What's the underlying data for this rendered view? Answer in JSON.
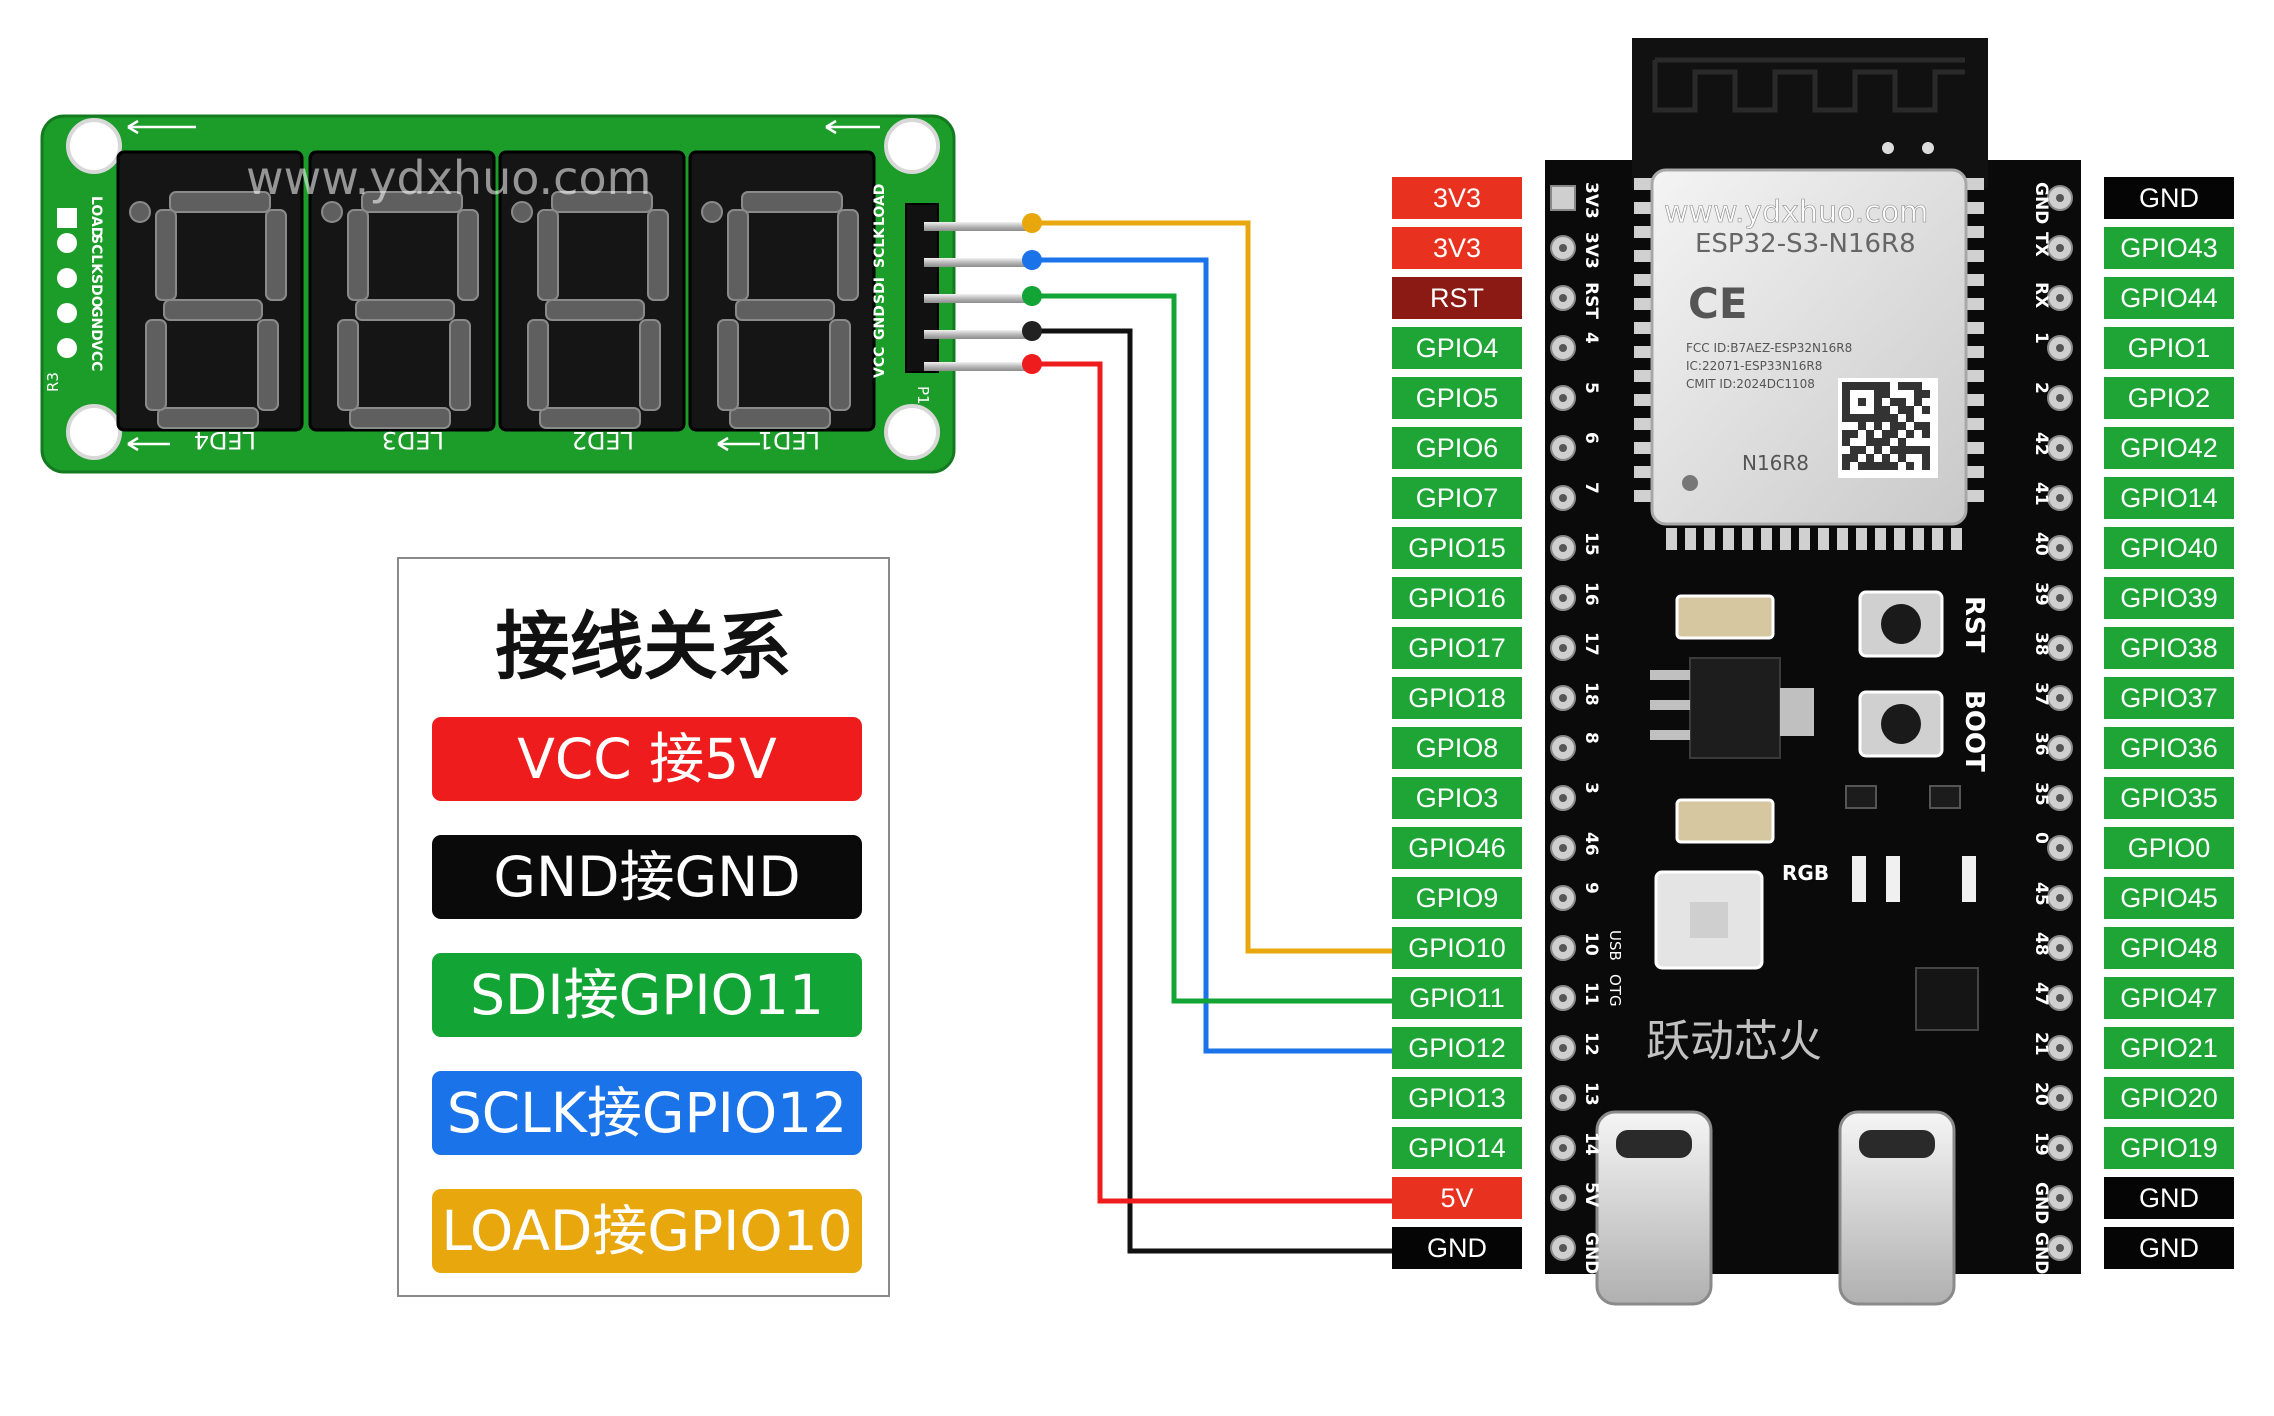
{
  "watermark": "www.ydxhuo.com",
  "display_module": {
    "pin_labels": [
      "LOAD",
      "SCLK",
      "SDO",
      "GND",
      "VCC"
    ],
    "right_pin_labels": [
      "VCC",
      "GND",
      "SDI",
      "SCLK",
      "LOAD"
    ],
    "connector_label": "P1",
    "resistor_label": "R3",
    "digit_labels": [
      "LED4",
      "LED3",
      "LED2",
      "LED1"
    ]
  },
  "legend": {
    "title": "接线关系",
    "items": [
      {
        "text": "VCC 接5V",
        "color": "#ee1c1c"
      },
      {
        "text": "GND接GND",
        "color": "#0a0a0a"
      },
      {
        "text": "SDI接GPIO11",
        "color": "#12a535"
      },
      {
        "text": "SCLK接GPIO12",
        "color": "#1a73e8"
      },
      {
        "text": "LOAD接GPIO10",
        "color": "#e8a70d"
      }
    ]
  },
  "wires": [
    {
      "from": "LOAD",
      "to": "GPIO10",
      "color": "#e8a70d"
    },
    {
      "from": "SCLK",
      "to": "GPIO12",
      "color": "#1a73e8"
    },
    {
      "from": "SDI",
      "to": "GPIO11",
      "color": "#12a535"
    },
    {
      "from": "GND",
      "to": "GND",
      "color": "#111111"
    },
    {
      "from": "VCC",
      "to": "5V",
      "color": "#ee1c1c"
    }
  ],
  "esp_board": {
    "module_text": "www.ydxhuo.com",
    "module_model": "ESP32-S3-N16R8",
    "ce_mark": "CE",
    "fcc_id": "FCC ID:B7AEZ-ESP32N16R8",
    "ic_id": "IC:22071-ESP33N16R8",
    "cmit_id": "CMIT ID:2024DC1108",
    "variant": "N16R8",
    "button_labels": [
      "RST",
      "BOOT"
    ],
    "rgb_label": "RGB",
    "brand": "跃动芯火",
    "port_labels": [
      "USB",
      "OTG"
    ],
    "left_silk": [
      "3V3",
      "3V3",
      "RST",
      "4",
      "5",
      "6",
      "7",
      "15",
      "16",
      "17",
      "18",
      "8",
      "3",
      "46",
      "9",
      "10",
      "11",
      "12",
      "13",
      "14",
      "5V",
      "GND"
    ],
    "right_silk": [
      "GND",
      "TX",
      "RX",
      "1",
      "2",
      "42",
      "41",
      "40",
      "39",
      "38",
      "37",
      "36",
      "35",
      "0",
      "45",
      "48",
      "47",
      "21",
      "20",
      "19",
      "GND",
      "GND"
    ]
  },
  "left_pins": [
    {
      "label": "3V3",
      "color": "#e8311f"
    },
    {
      "label": "3V3",
      "color": "#e8311f"
    },
    {
      "label": "RST",
      "color": "#8b1a14"
    },
    {
      "label": "GPIO4",
      "color": "#1ea536"
    },
    {
      "label": "GPIO5",
      "color": "#1ea536"
    },
    {
      "label": "GPIO6",
      "color": "#1ea536"
    },
    {
      "label": "GPIO7",
      "color": "#1ea536"
    },
    {
      "label": "GPIO15",
      "color": "#1ea536"
    },
    {
      "label": "GPIO16",
      "color": "#1ea536"
    },
    {
      "label": "GPIO17",
      "color": "#1ea536"
    },
    {
      "label": "GPIO18",
      "color": "#1ea536"
    },
    {
      "label": "GPIO8",
      "color": "#1ea536"
    },
    {
      "label": "GPIO3",
      "color": "#1ea536"
    },
    {
      "label": "GPIO46",
      "color": "#1ea536"
    },
    {
      "label": "GPIO9",
      "color": "#1ea536"
    },
    {
      "label": "GPIO10",
      "color": "#1ea536"
    },
    {
      "label": "GPIO11",
      "color": "#1ea536"
    },
    {
      "label": "GPIO12",
      "color": "#1ea536"
    },
    {
      "label": "GPIO13",
      "color": "#1ea536"
    },
    {
      "label": "GPIO14",
      "color": "#1ea536"
    },
    {
      "label": "5V",
      "color": "#e8311f"
    },
    {
      "label": "GND",
      "color": "#050505"
    }
  ],
  "right_pins": [
    {
      "label": "GND",
      "color": "#050505"
    },
    {
      "label": "GPIO43",
      "color": "#1ea536"
    },
    {
      "label": "GPIO44",
      "color": "#1ea536"
    },
    {
      "label": "GPIO1",
      "color": "#1ea536"
    },
    {
      "label": "GPIO2",
      "color": "#1ea536"
    },
    {
      "label": "GPIO42",
      "color": "#1ea536"
    },
    {
      "label": "GPIO14",
      "color": "#1ea536"
    },
    {
      "label": "GPIO40",
      "color": "#1ea536"
    },
    {
      "label": "GPIO39",
      "color": "#1ea536"
    },
    {
      "label": "GPIO38",
      "color": "#1ea536"
    },
    {
      "label": "GPIO37",
      "color": "#1ea536"
    },
    {
      "label": "GPIO36",
      "color": "#1ea536"
    },
    {
      "label": "GPIO35",
      "color": "#1ea536"
    },
    {
      "label": "GPIO0",
      "color": "#1ea536"
    },
    {
      "label": "GPIO45",
      "color": "#1ea536"
    },
    {
      "label": "GPIO48",
      "color": "#1ea536"
    },
    {
      "label": "GPIO47",
      "color": "#1ea536"
    },
    {
      "label": "GPIO21",
      "color": "#1ea536"
    },
    {
      "label": "GPIO20",
      "color": "#1ea536"
    },
    {
      "label": "GPIO19",
      "color": "#1ea536"
    },
    {
      "label": "GND",
      "color": "#050505"
    },
    {
      "label": "GND",
      "color": "#050505"
    }
  ]
}
